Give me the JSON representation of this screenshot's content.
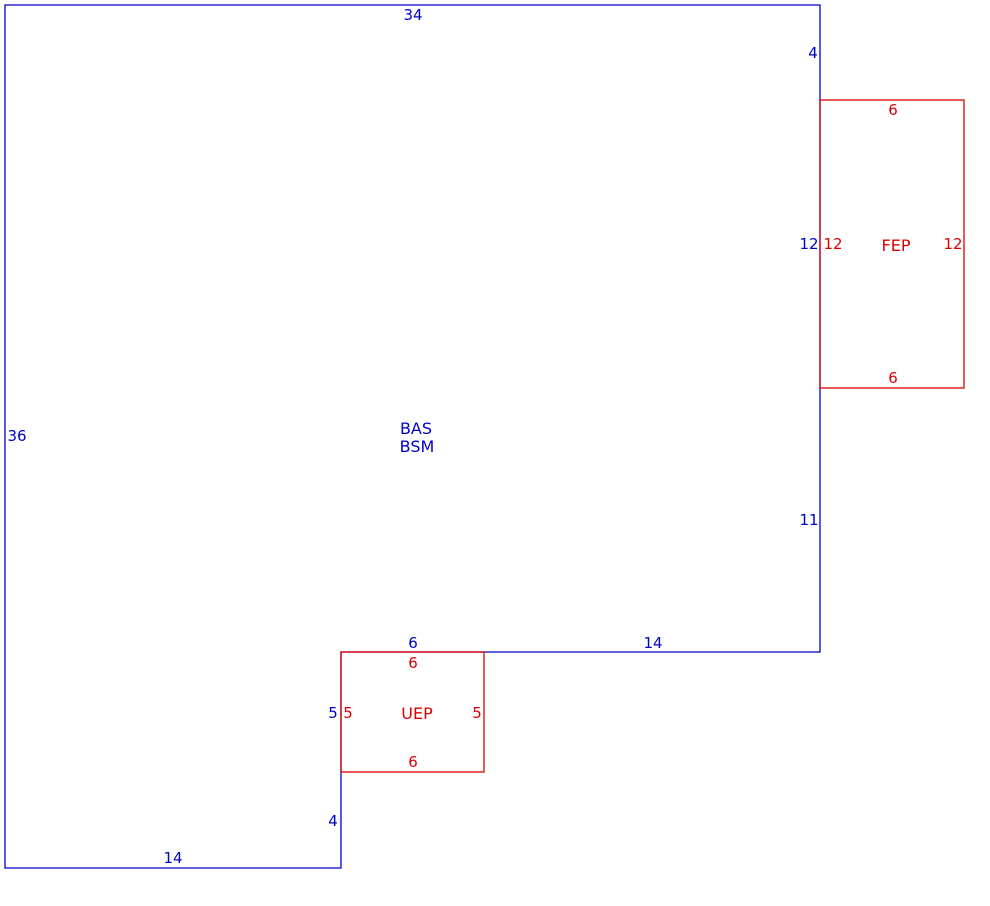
{
  "colors": {
    "main_outline": "#0000cc",
    "addition_outline": "#dd0000",
    "background": "#ffffff"
  },
  "main_area": {
    "labels": [
      "BAS",
      "BSM"
    ],
    "dimensions": {
      "top": "34",
      "top_right_segment": "4",
      "right_shared_with_fep": "12",
      "right_lower_segment": "11",
      "notch_top_right": "14",
      "notch_top_shared_with_uep": "6",
      "notch_left_shared_with_uep": "5",
      "notch_left_lower": "4",
      "bottom": "14",
      "left": "36"
    }
  },
  "fep": {
    "label": "FEP",
    "dimensions": {
      "top": "6",
      "left": "12",
      "right": "12",
      "bottom": "6"
    }
  },
  "uep": {
    "label": "UEP",
    "dimensions": {
      "top": "6",
      "left": "5",
      "right": "5",
      "bottom": "6"
    }
  }
}
